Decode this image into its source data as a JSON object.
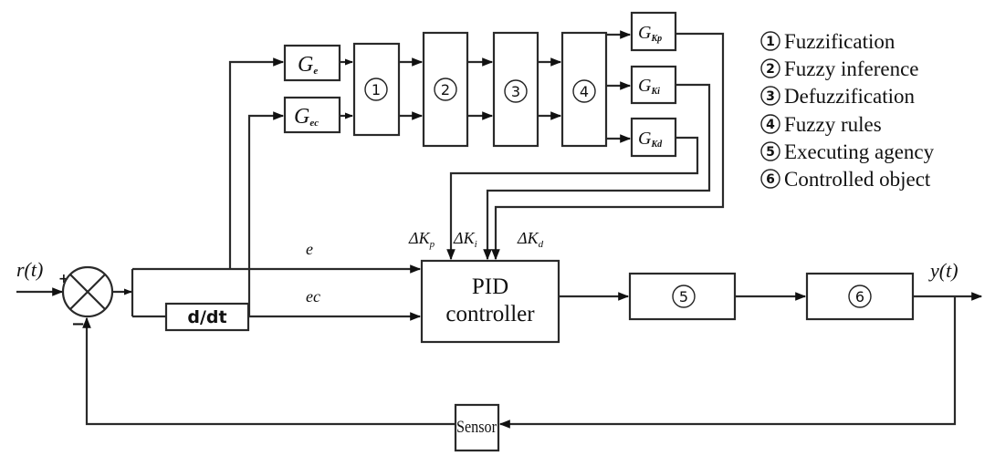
{
  "signals": {
    "input": "r(t)",
    "output": "y(t)",
    "error": "e",
    "error_change": "ec",
    "plus_sign": "+",
    "minus_sign": "−"
  },
  "blocks": {
    "derivative": "d/dt",
    "g_e": "G",
    "g_e_sub": "e",
    "g_ec": "G",
    "g_ec_sub": "ec",
    "g_kp": "G",
    "g_kp_sub": "Kp",
    "g_ki": "G",
    "g_ki_sub": "Ki",
    "g_kd": "G",
    "g_kd_sub": "Kd",
    "step1": "1",
    "step2": "2",
    "step3": "3",
    "step4": "4",
    "step5": "5",
    "step6": "6",
    "pid_line1": "PID",
    "pid_line2": "controller",
    "sensor": "Sensor"
  },
  "gain_adjustments": {
    "kp": "ΔK",
    "kp_sub": "p",
    "ki": "ΔK",
    "ki_sub": "i",
    "kd": "ΔK",
    "kd_sub": "d"
  },
  "legend": [
    {
      "num": "1",
      "label": "Fuzzification"
    },
    {
      "num": "2",
      "label": "Fuzzy inference"
    },
    {
      "num": "3",
      "label": "Defuzzification"
    },
    {
      "num": "4",
      "label": "Fuzzy rules"
    },
    {
      "num": "5",
      "label": "Executing agency"
    },
    {
      "num": "6",
      "label": "Controlled object"
    }
  ]
}
